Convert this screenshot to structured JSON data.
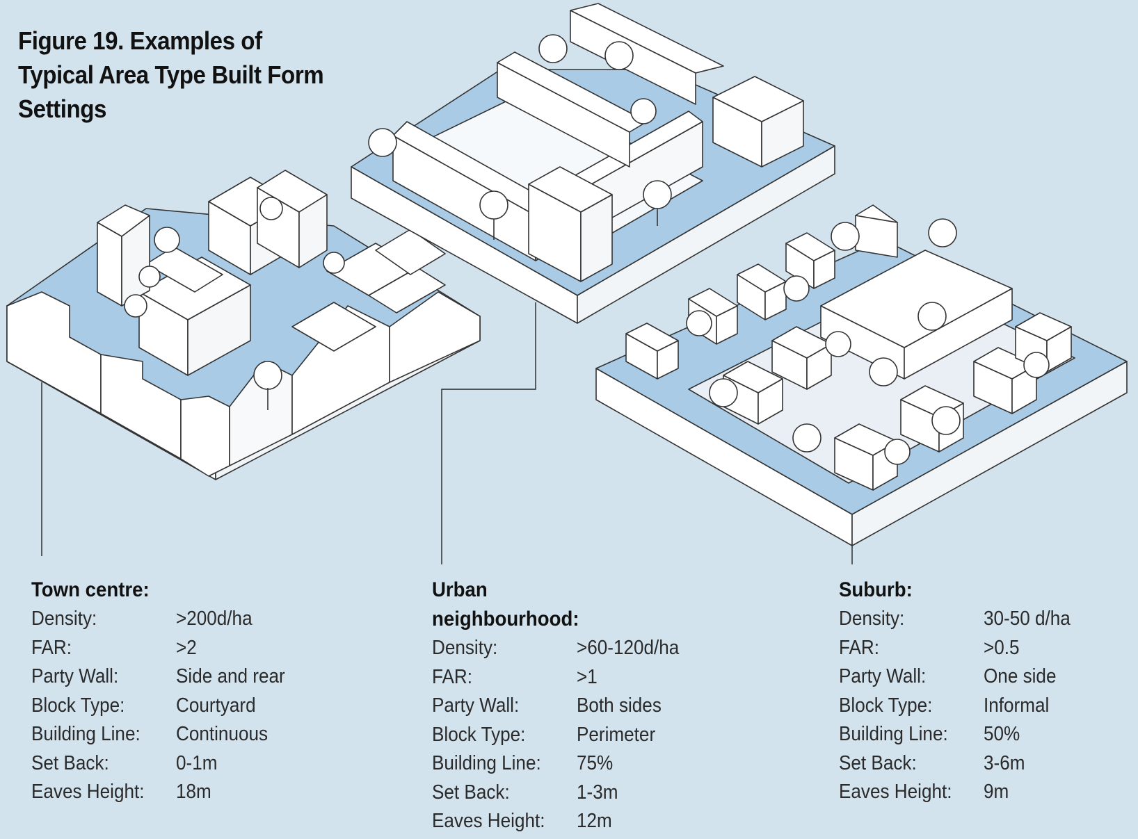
{
  "title": "Figure 19.  Examples of\nTypical Area Type Built Form\nSettings",
  "colors": {
    "background": "#d3e3ee",
    "road": "#a9cbe6",
    "building": "#ffffff",
    "outline": "#333333",
    "shadow": "#e4ecf2"
  },
  "area_types": [
    {
      "heading": "Town centre:",
      "rows": [
        {
          "label": "Density:",
          "value": ">200d/ha"
        },
        {
          "label": "FAR:",
          "value": ">2"
        },
        {
          "label": "Party Wall:",
          "value": "Side and rear"
        },
        {
          "label": "Block Type:",
          "value": "Courtyard"
        },
        {
          "label": "Building Line:",
          "value": "Continuous"
        },
        {
          "label": "Set Back:",
          "value": "0-1m"
        },
        {
          "label": "Eaves Height:",
          "value": "18m"
        }
      ]
    },
    {
      "heading": "Urban\nneighbourhood:",
      "rows": [
        {
          "label": "Density:",
          "value": ">60-120d/ha"
        },
        {
          "label": "FAR:",
          "value": ">1"
        },
        {
          "label": "Party Wall:",
          "value": "Both sides"
        },
        {
          "label": "Block Type:",
          "value": "Perimeter"
        },
        {
          "label": "Building Line:",
          "value": "75%"
        },
        {
          "label": "Set Back:",
          "value": "1-3m"
        },
        {
          "label": "Eaves Height:",
          "value": "12m"
        }
      ]
    },
    {
      "heading": "Suburb:",
      "rows": [
        {
          "label": "Density:",
          "value": "30-50 d/ha"
        },
        {
          "label": "FAR:",
          "value": ">0.5"
        },
        {
          "label": "Party Wall:",
          "value": "One side"
        },
        {
          "label": "Block Type:",
          "value": "Informal"
        },
        {
          "label": "Building Line:",
          "value": "50%"
        },
        {
          "label": "Set Back:",
          "value": "3-6m"
        },
        {
          "label": "Eaves Height:",
          "value": "9m"
        }
      ]
    }
  ]
}
